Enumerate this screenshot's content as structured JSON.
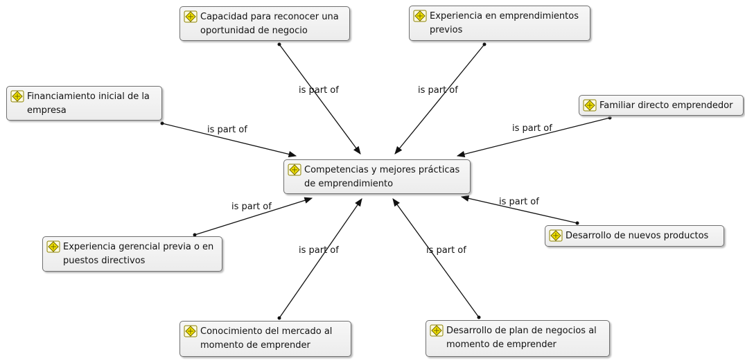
{
  "nodes": [
    {
      "id": "center",
      "text": "Competencias y mejores prácticas de emprendimiento"
    },
    {
      "id": "capacidad",
      "text": "Capacidad para reconocer una oportunidad de negocio"
    },
    {
      "id": "experiencia-emp",
      "text": "Experiencia en emprendimientos previos"
    },
    {
      "id": "financiamiento",
      "text": "Financiamiento inicial de la empresa"
    },
    {
      "id": "familiar",
      "text": "Familiar directo emprendedor"
    },
    {
      "id": "experiencia-ger",
      "text": "Experiencia gerencial previa o en puestos directivos"
    },
    {
      "id": "desarrollo-prod",
      "text": "Desarrollo de nuevos productos"
    },
    {
      "id": "conocimiento",
      "text": "Conocimiento del mercado al momento de emprender"
    },
    {
      "id": "plan-negocios",
      "text": "Desarrollo de plan de negocios al momento de emprender"
    }
  ],
  "edges": [
    {
      "from": "capacidad",
      "to": "center",
      "label": "is part of"
    },
    {
      "from": "experiencia-emp",
      "to": "center",
      "label": "is part of"
    },
    {
      "from": "financiamiento",
      "to": "center",
      "label": "is part of"
    },
    {
      "from": "familiar",
      "to": "center",
      "label": "is part of"
    },
    {
      "from": "experiencia-ger",
      "to": "center",
      "label": "is part of"
    },
    {
      "from": "desarrollo-prod",
      "to": "center",
      "label": "is part of"
    },
    {
      "from": "conocimiento",
      "to": "center",
      "label": "is part of"
    },
    {
      "from": "plan-negocios",
      "to": "center",
      "label": "is part of"
    }
  ],
  "colors": {
    "node_icon": "#f2e200",
    "edge": "#111111"
  },
  "icons": {
    "node": "code-node-icon"
  }
}
